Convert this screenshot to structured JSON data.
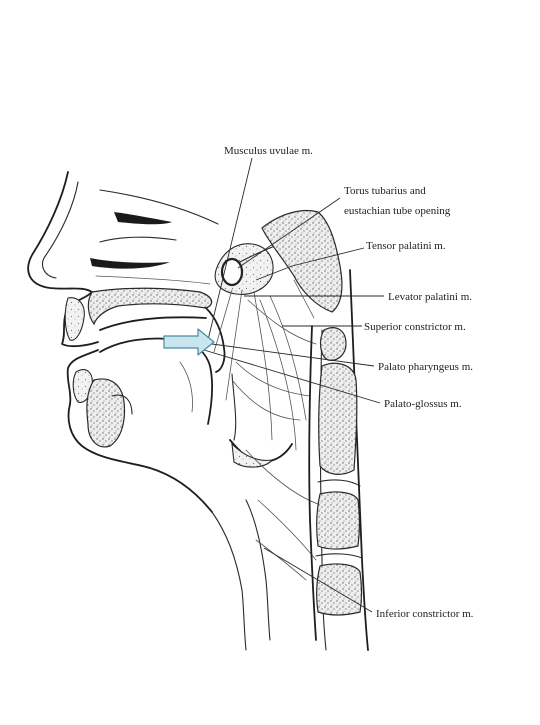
{
  "labels": {
    "musculus_uvulae": "Musculus uvulae m.",
    "torus_line1": "Torus tubarius and",
    "torus_line2": "eustachian tube opening",
    "tensor_palatini": "Tensor palatini m.",
    "levator_palatini": "Levator palatini m.",
    "superior_constrictor": "Superior constrictor m.",
    "palato_pharyngeus": "Palato pharyngeus m.",
    "palato_glossus": "Palato-glossus m.",
    "inferior_constrictor": "Inferior constrictor m."
  },
  "colors": {
    "ink": "#2a2a2a",
    "pointer_arrow_fill": "#c9e6ee",
    "pointer_arrow_stroke": "#4a8aa0"
  },
  "icons": {
    "pointer": "arrow-right-icon"
  }
}
